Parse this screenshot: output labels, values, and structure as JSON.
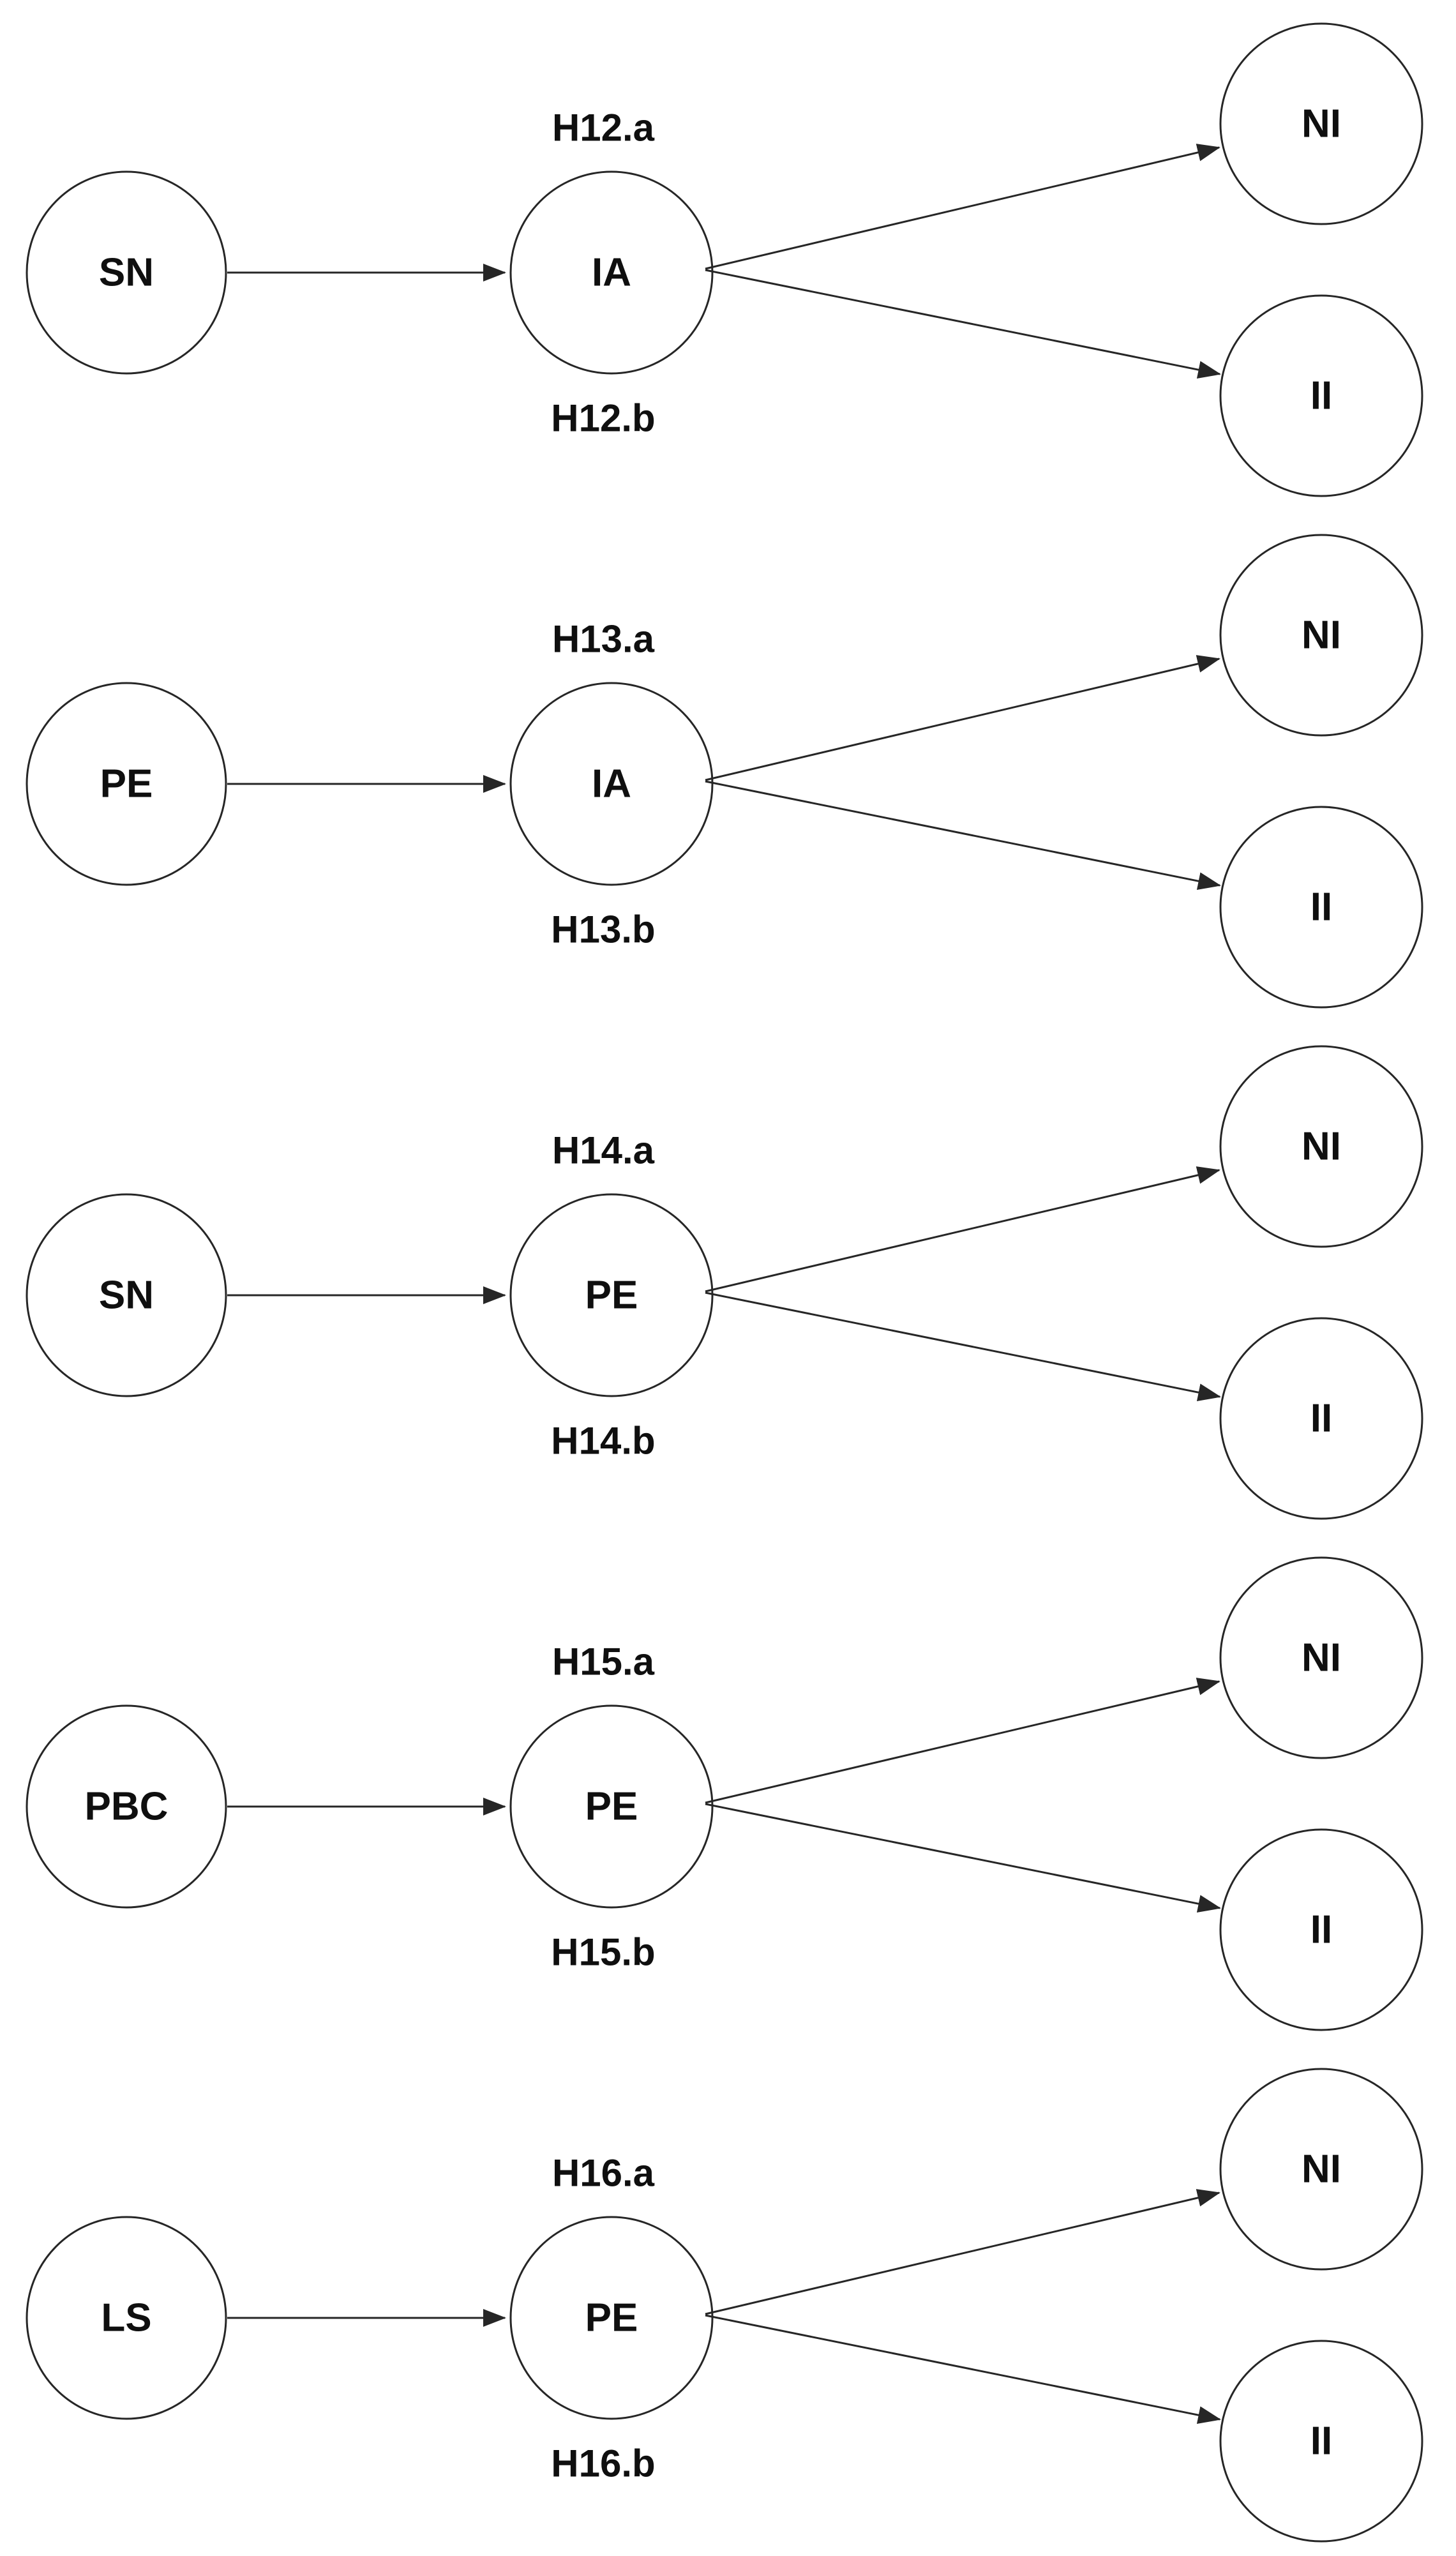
{
  "diagram": {
    "background_color": "#ffffff",
    "stroke_color": "#262626",
    "text_color": "#0f0f0f",
    "node_shape": "ellipse",
    "rows": [
      {
        "source": "SN",
        "mediator": "IA",
        "hypothesis_a": "H12.a",
        "hypothesis_b": "H12.b",
        "outcome_top": "NI",
        "outcome_bottom": "II"
      },
      {
        "source": "PE",
        "mediator": "IA",
        "hypothesis_a": "H13.a",
        "hypothesis_b": "H13.b",
        "outcome_top": "NI",
        "outcome_bottom": "II"
      },
      {
        "source": "SN",
        "mediator": "PE",
        "hypothesis_a": "H14.a",
        "hypothesis_b": "H14.b",
        "outcome_top": "NI",
        "outcome_bottom": "II"
      },
      {
        "source": "PBC",
        "mediator": "PE",
        "hypothesis_a": "H15.a",
        "hypothesis_b": "H15.b",
        "outcome_top": "NI",
        "outcome_bottom": "II"
      },
      {
        "source": "LS",
        "mediator": "PE",
        "hypothesis_a": "H16.a",
        "hypothesis_b": "H16.b",
        "outcome_top": "NI",
        "outcome_bottom": "II"
      }
    ]
  }
}
